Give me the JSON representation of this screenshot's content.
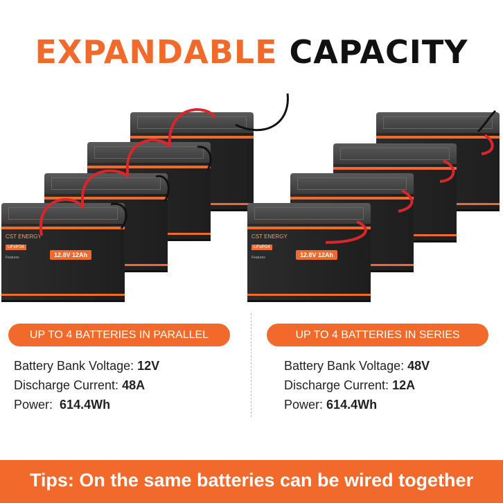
{
  "title": {
    "part1": "EXPANDABLE",
    "part2": "CAPACITY"
  },
  "battery_label": {
    "brand": "CST ENERGY",
    "chemistry": "LiFePO4",
    "spec": "12.8V 12Ah",
    "features": "Features"
  },
  "parallel": {
    "label": "UP TO 4 BATTERIES IN PARALLEL",
    "voltage_label": "Battery Bank Voltage:",
    "voltage": "12V",
    "current_label": "Discharge Current:",
    "current": "48A",
    "power_label": "Power:",
    "power": "614.4Wh"
  },
  "series": {
    "label": "UP TO 4 BATTERIES IN SERIES",
    "voltage_label": "Battery Bank Voltage:",
    "voltage": "48V",
    "current_label": "Discharge Current:",
    "current": "12A",
    "power_label": "Power:",
    "power": "614.4Wh"
  },
  "tips": "Tips: On the same batteries can be wired together",
  "colors": {
    "accent": "#f26a2b",
    "battery": "#222222",
    "wire_red": "#d8262c"
  }
}
